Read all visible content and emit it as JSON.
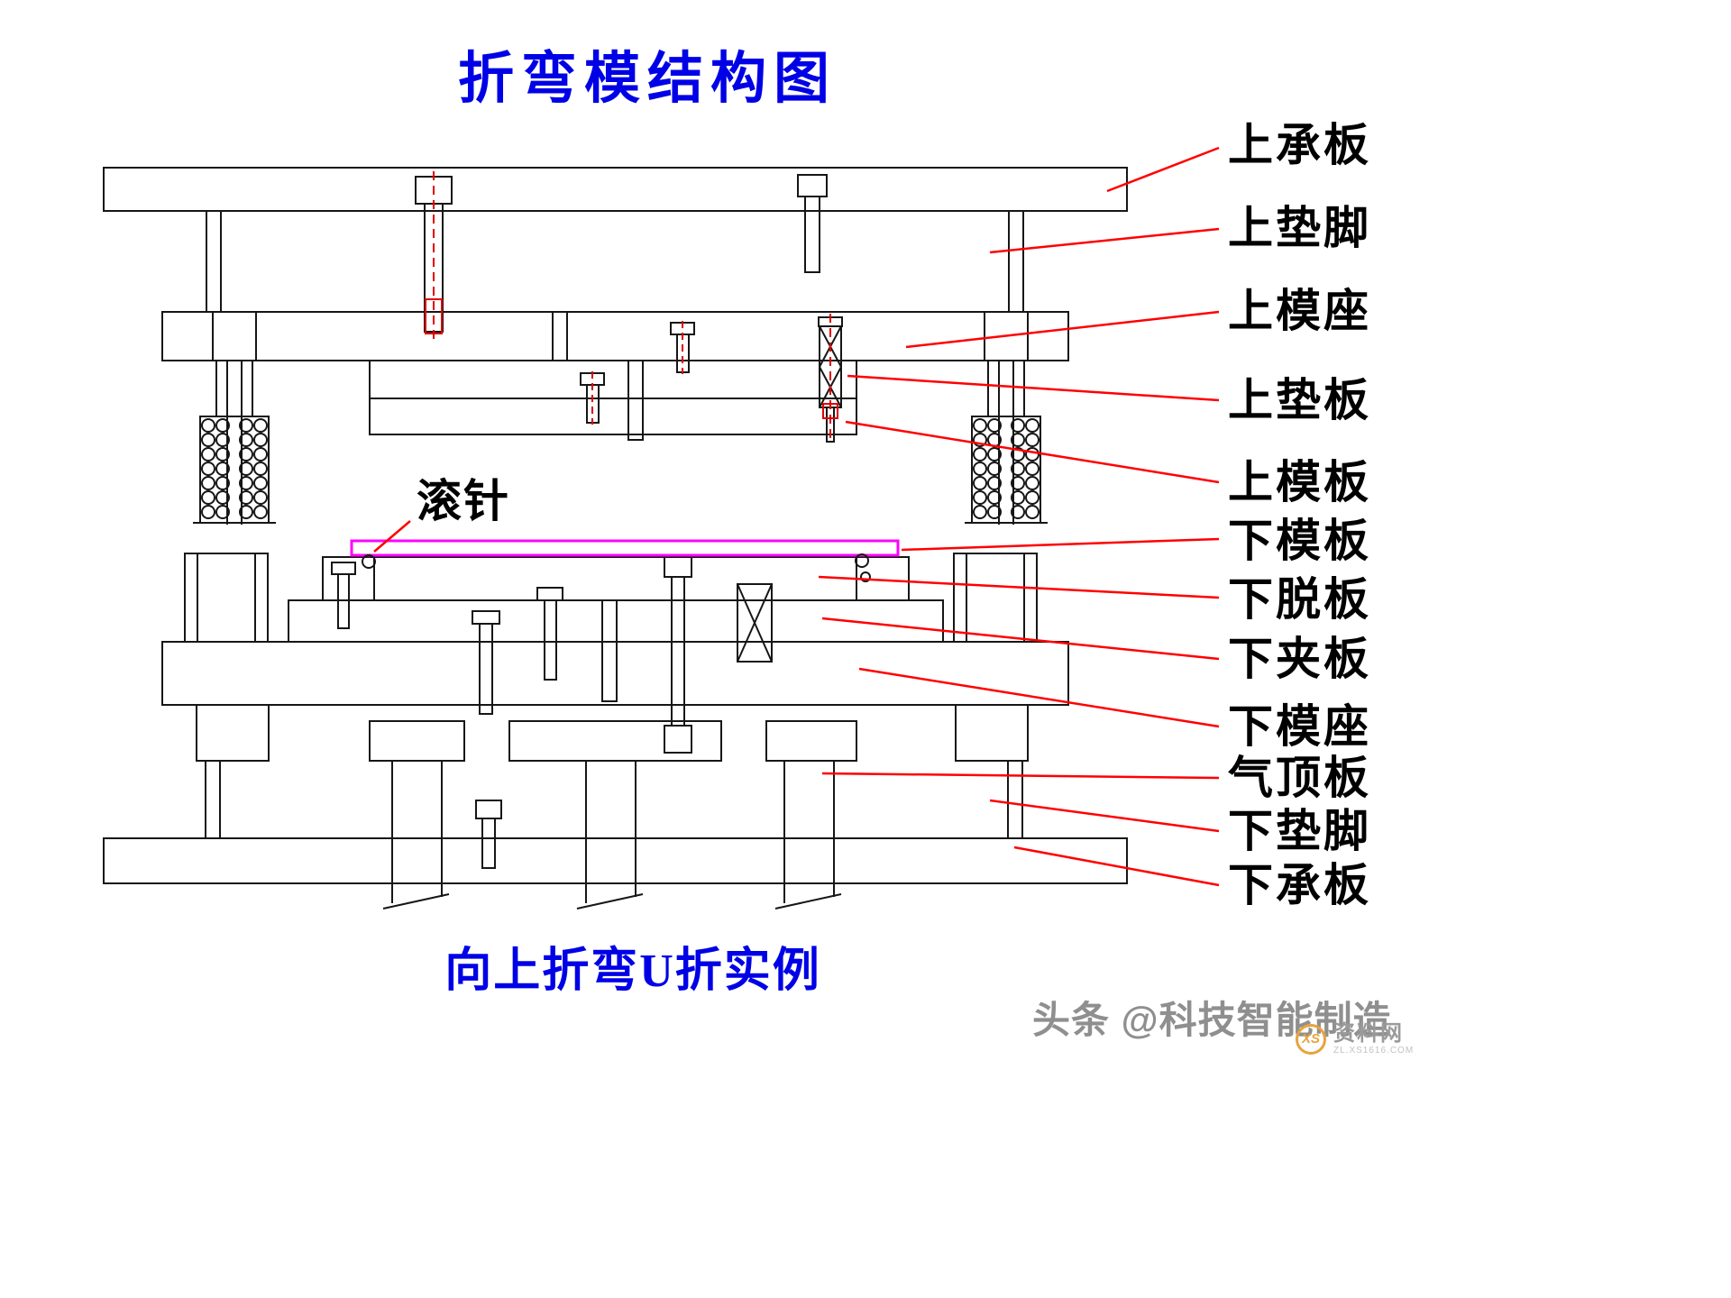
{
  "page": {
    "title": "折弯模结构图",
    "subtitle": "向上折弯U折实例",
    "watermark": "头条 @科技智能制造"
  },
  "diagram": {
    "inline_label": "滚针",
    "part_labels": [
      {
        "id": "upper-bearing-plate",
        "text": "上承板"
      },
      {
        "id": "upper-spacer-foot",
        "text": "上垫脚"
      },
      {
        "id": "upper-die-holder",
        "text": "上模座"
      },
      {
        "id": "upper-backing-plate",
        "text": "上垫板"
      },
      {
        "id": "upper-die-plate",
        "text": "上模板"
      },
      {
        "id": "lower-die-plate",
        "text": "下模板"
      },
      {
        "id": "lower-stripper-plate",
        "text": "下脱板"
      },
      {
        "id": "lower-clamp-plate",
        "text": "下夹板"
      },
      {
        "id": "lower-die-holder",
        "text": "下模座"
      },
      {
        "id": "air-ejector-plate",
        "text": "气顶板"
      },
      {
        "id": "lower-spacer-foot",
        "text": "下垫脚"
      },
      {
        "id": "lower-bearing-plate",
        "text": "下承板"
      }
    ]
  },
  "colors": {
    "title_blue": "#0000E6",
    "leader_red": "#FF0000",
    "workpiece_magenta": "#FF00FF",
    "drawing_black": "#161616",
    "watermark_gray": "#8F8F8F"
  },
  "logo": {
    "icon_text": "XS",
    "name": "资料网",
    "url": "ZL.XS1616.COM"
  }
}
